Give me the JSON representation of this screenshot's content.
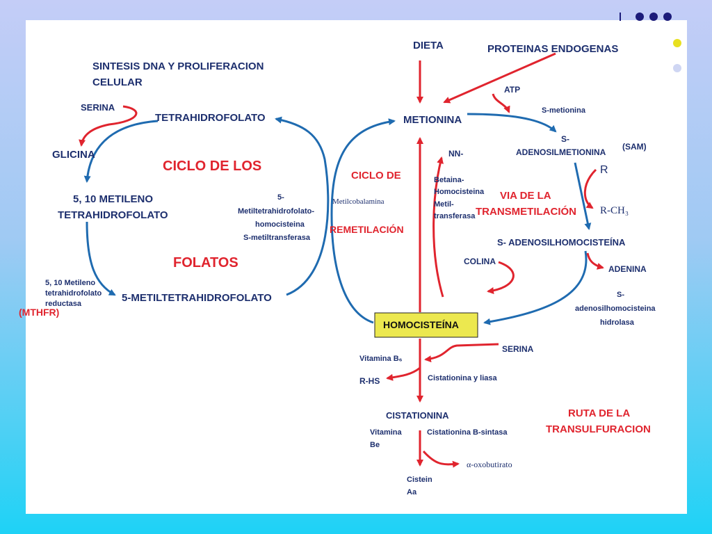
{
  "labels": {
    "sintesis_1": "SINTESIS DNA Y PROLIFERACION",
    "sintesis_2": "CELULAR",
    "serina_left": "SERINA",
    "tetrahidrofolato": "TETRAHIDROFOLATO",
    "glicina": "GLICINA",
    "ciclo_de_los": "CICLO DE LOS",
    "folatos": "FOLATOS",
    "metileno_1": "5, 10 METILENO",
    "metileno_2": "TETRAHIDROFOLATO",
    "enzyme_ms_1": "5-",
    "enzyme_ms_2": "Metiltetrahidrofolato-",
    "enzyme_ms_3": "homocisteina",
    "enzyme_ms_4": "S-metiltransferasa",
    "reductasa_1": "5, 10 Metileno",
    "reductasa_2": "tetrahidrofolato",
    "reductasa_3": "reductasa",
    "metiltetrahidrofolato": "5-METILTETRAHIDROFOLATO",
    "mthfr": "(MTHFR)",
    "ciclo_de": "CICLO DE",
    "metilcobalamina": "Metilcobalamina",
    "remetilacion": "REMETILACIÓN",
    "dieta": "DIETA",
    "proteinas": "PROTEINAS ENDOGENAS",
    "metionina": "METIONINA",
    "atp": "ATP",
    "s_metionina": "S-metionina",
    "nn": "NN-",
    "betaina_1": "Betaina-",
    "betaina_2": "Homocisteina",
    "betaina_3": "Metil-",
    "betaina_4": "transferasa",
    "sam_1": "S-",
    "sam_2": "ADENOSILMETIONINA",
    "sam_3": "(SAM)",
    "r": "R",
    "via_1": "VIA DE LA",
    "via_2": "TRANSMETILACIÓN",
    "rch3": "R-CH₃",
    "sah": "S- ADENOSILHOMOCISTEÍNA",
    "colina": "COLINA",
    "adenina": "ADENINA",
    "hidrolasa_1": "S-",
    "hidrolasa_2": "adenosilhomocisteina",
    "hidrolasa_3": "hidrolasa",
    "homocisteina": "HOMOCISTEÍNA",
    "serina_right": "SERINA",
    "vitamina_b6": "Vitamina B₆",
    "cistationina_liasa": "Cistationina y liasa",
    "rhs": "R-HS",
    "cistationina": "CISTATIONINA",
    "vitamina_be_1": "Vitamina",
    "vitamina_be_2": "Be",
    "cistationina_sintasa": "Cistationina B-sintasa",
    "oxobutirato": "α-oxobutirato",
    "cistein_1": "Cistein",
    "cistein_2": "Aa",
    "ruta_1": "RUTA DE LA",
    "ruta_2": "TRANSULFURACION"
  },
  "colors": {
    "navy_text": "#1d2f6e",
    "red_text": "#e0242e",
    "blue_arrow": "#1f6bb0",
    "red_arrow": "#e0242e",
    "highlight_box": "#ece84f",
    "panel": "#ffffff",
    "deco_dots": "#1b1b7a",
    "deco_dot_yellow": "#e8e020"
  }
}
